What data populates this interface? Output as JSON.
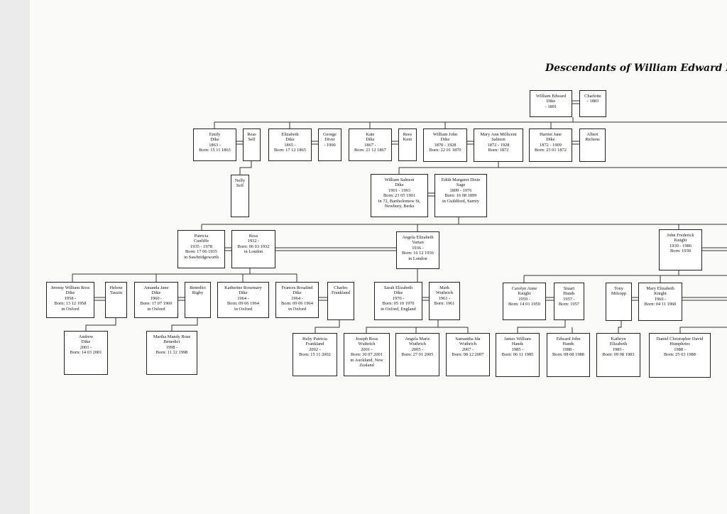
{
  "title": "Descendants of William Edward Dike",
  "people": {
    "william_edward": [
      "William Edward",
      "Dike",
      "- 1891"
    ],
    "charlotte": [
      "Charlotte",
      "- 1883"
    ],
    "emily": [
      "Emily",
      "Dike",
      "1863 -",
      "Born: 15 11 1863"
    ],
    "reas_self": [
      "Reas",
      "Self"
    ],
    "nelly_self": [
      "Nelly",
      "Self"
    ],
    "elizabeth": [
      "Elizabeth",
      "Dike",
      "1865 -",
      "Born: 17 12 1865"
    ],
    "george_diver": [
      "George",
      "Diver",
      "- 1900"
    ],
    "kate": [
      "Kate",
      "Dike",
      "1867 -",
      "Born: 21 12 1867"
    ],
    "rees_kent": [
      "Rees",
      "Kent"
    ],
    "william_john": [
      "William John",
      "Dike",
      "1870 - 1928",
      "Born: 22 01 1870"
    ],
    "mary_ann": [
      "Mary Ann Millicent",
      "Salmon",
      "1872 - 1928",
      "Born: 1872"
    ],
    "harriet": [
      "Harriet Jane",
      "Dike",
      "1872 - 1909",
      "Born: 23 01 1872"
    ],
    "albert": [
      "Albert",
      "Richens"
    ],
    "william_salmon": [
      "William Salmon",
      "Dike",
      "1901 - 1993",
      "Born: 23 05 1901",
      "in 72, Bartholomew St,",
      "Newbury, Berks"
    ],
    "edith": [
      "Edith Margaret Dixie",
      "Sage",
      "1899 - 1976",
      "Born: 16 08 1899",
      "in Guildford, Surrey"
    ],
    "patricia": [
      "Patricia",
      "Cunliffe",
      "1935 - 1978",
      "Born: 17 06 1935",
      "in Sawbridgeworth"
    ],
    "ross": [
      "Ross",
      "1932 -",
      "Born: 06 03 1932",
      "in London"
    ],
    "angela_elizabeth": [
      "Angela Elizabeth",
      "Vartan",
      "1936 -",
      "Born: 16 12 1936",
      "in London"
    ],
    "john_frederick": [
      "John Frederick",
      "Knight",
      "1930 - 1986",
      "Born: 1930"
    ],
    "jeremy": [
      "Jeremy William Ross",
      "Dike",
      "1958 -",
      "Born: 13 12 1958",
      "in Oxford"
    ],
    "helene": [
      "Helene",
      "Tauzin"
    ],
    "amanda": [
      "Amanda Jane",
      "Dike",
      "1960 -",
      "Born: 17 07 1960",
      "in Oxford"
    ],
    "benedict": [
      "Benedict",
      "Rigby"
    ],
    "katherine": [
      "Katherine Rosemary",
      "Dike",
      "1964 -",
      "Born: 09 06 1964",
      "in Oxford"
    ],
    "frances": [
      "Frances Rosalind",
      "Dike",
      "1964 -",
      "Born: 09 06 1964",
      "in Oxford"
    ],
    "charles": [
      "Charles",
      "Frankland"
    ],
    "sarah": [
      "Sarah Elizabeth",
      "Dike",
      "1970 -",
      "Born: 05 10 1970",
      "in Oxford, England"
    ],
    "mark": [
      "Mark",
      "Wuthrich",
      "1961 -",
      "Born: 1961"
    ],
    "carolyn": [
      "Carolyn Anne",
      "Knight",
      "1959 -",
      "Born: 14 01 1959"
    ],
    "stuart": [
      "Stuart",
      "Hands",
      "1957 -",
      "Born: 1957"
    ],
    "tony": [
      "Tony",
      "Milsopp"
    ],
    "mary_elizabeth": [
      "Mary Elizabeth",
      "Knight",
      "1960 -",
      "Born: 04 11 1960"
    ],
    "andrew": [
      "Andrew",
      "Dike",
      "2001 -",
      "Born: 14 03 2001"
    ],
    "martha": [
      "Martha Mandy Rose",
      "Benedict",
      "1998 -",
      "Born: 11 12 1998"
    ],
    "ruby": [
      "Ruby Patricia",
      "Frankland",
      "2002 -",
      "Born: 15 11 2002"
    ],
    "joseph": [
      "Joseph Ross",
      "Wuthrich",
      "2001 -",
      "Born: 30 07 2001",
      "in Auckland, New",
      "Zealand"
    ],
    "angela_marie": [
      "Angela Marie",
      "Wuthrich",
      "2005 -",
      "Born: 27 01 2005"
    ],
    "samantha": [
      "Samantha Ida",
      "Wuthrich",
      "2007 -",
      "Born: 08 12 2007"
    ],
    "james": [
      "James William",
      "Hands",
      "1985 -",
      "Born: 06 11 1985"
    ],
    "edward": [
      "Edward John",
      "Hands",
      "1988 -",
      "Born: 08 08 1988"
    ],
    "kathryn": [
      "Kathryn",
      "Elizabeth",
      "1983 -",
      "Born: 09 08 1983"
    ],
    "daniel": [
      "Daniel Christopher David",
      "Humphries",
      "1988 -",
      "Born: 25 03 1988"
    ]
  }
}
